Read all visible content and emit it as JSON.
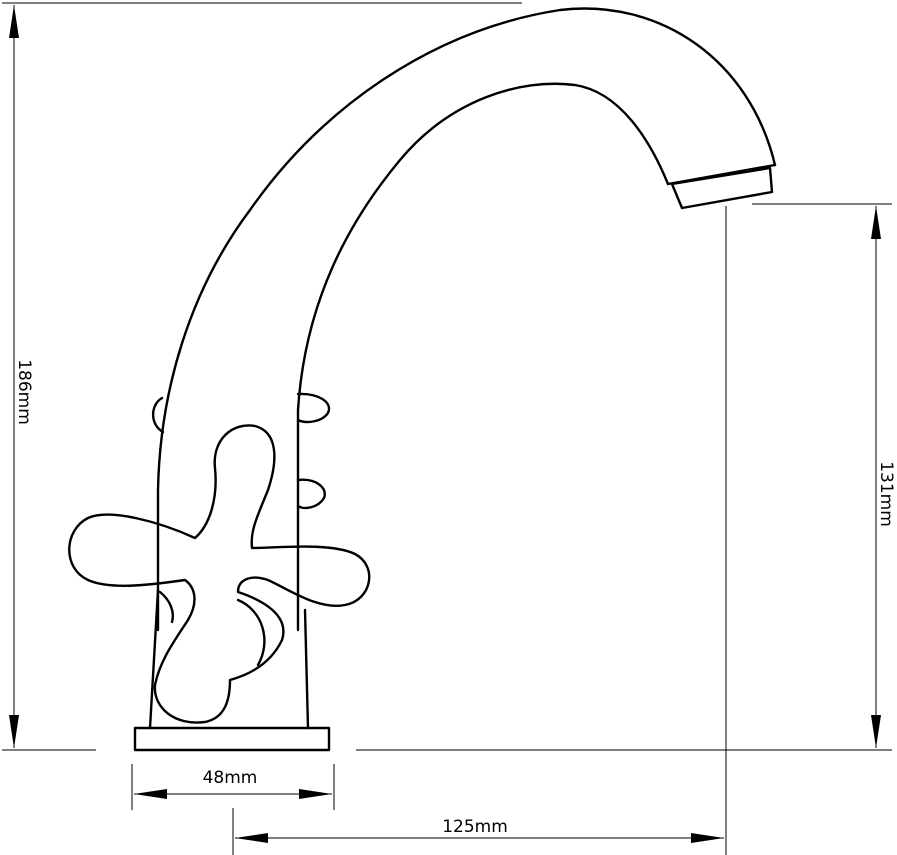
{
  "dimensions": {
    "total_height": "186mm",
    "spout_height": "131mm",
    "base_width": "48mm",
    "reach": "125mm"
  }
}
